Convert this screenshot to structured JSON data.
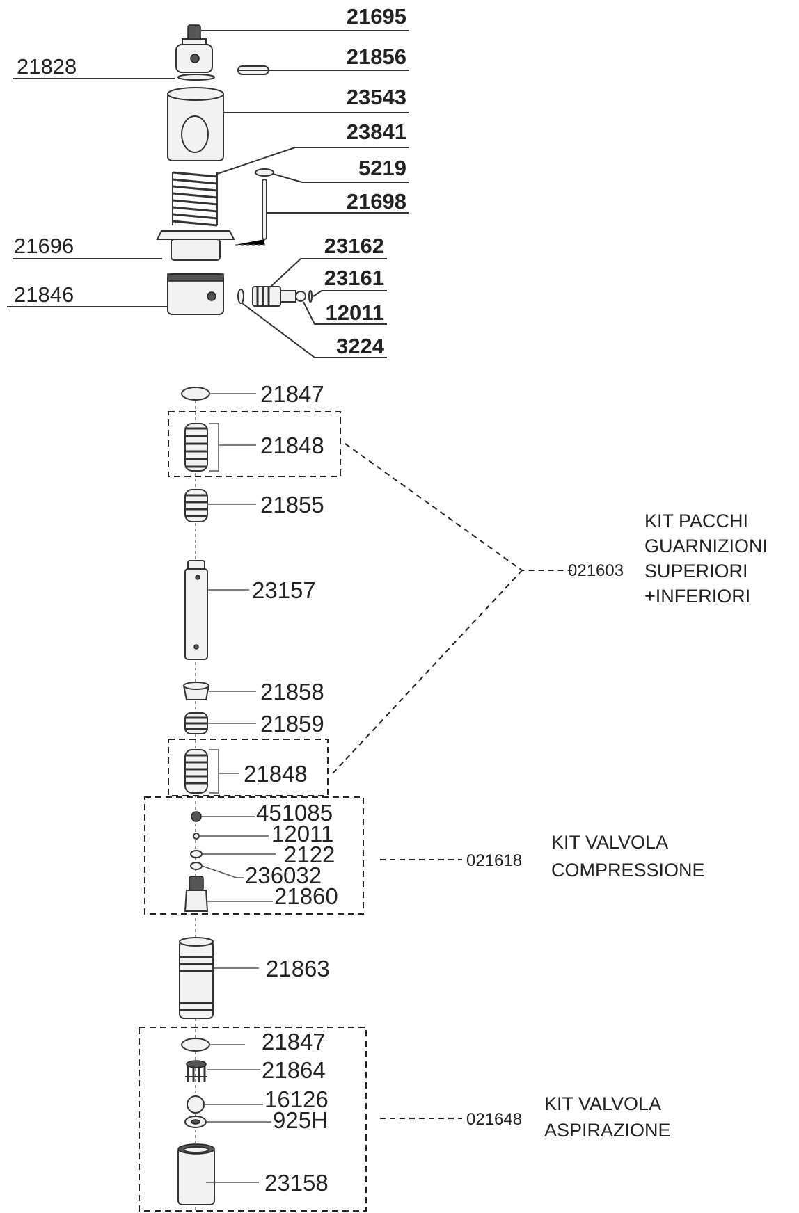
{
  "upper_labels": [
    "21695",
    "21856",
    "21828",
    "23543",
    "23841",
    "5219",
    "21698",
    "21696",
    "23162",
    "23161",
    "21846",
    "12011",
    "3224"
  ],
  "lower_labels": [
    "21847",
    "21848",
    "21855",
    "23157",
    "21858",
    "21859",
    "21848",
    "451085",
    "12011",
    "2122",
    "236032",
    "21860",
    "21863",
    "21847",
    "21864",
    "16126",
    "925H",
    "23158"
  ],
  "kits": [
    {
      "code": "021603",
      "lines": [
        "KIT PACCHI",
        "GUARNIZIONI",
        "SUPERIORI",
        "+INFERIORI"
      ]
    },
    {
      "code": "021618",
      "lines": [
        "KIT VALVOLA",
        "COMPRESSIONE"
      ]
    },
    {
      "code": "021648",
      "lines": [
        "KIT VALVOLA",
        "ASPIRAZIONE"
      ]
    }
  ]
}
